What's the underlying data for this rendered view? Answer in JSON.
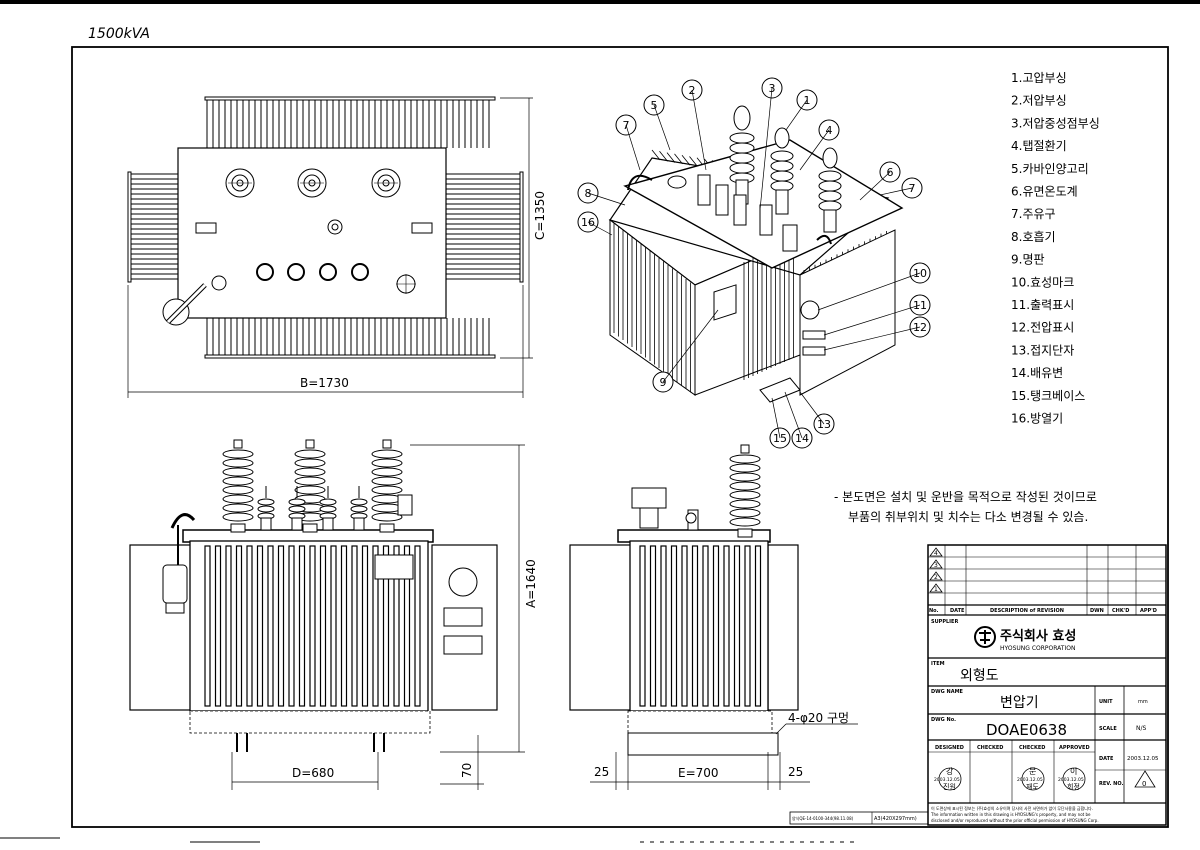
{
  "corner_note": "1500kVA",
  "parts": [
    "1.고압부싱",
    "2.저압부싱",
    "3.저압중성점부싱",
    "4.탭절환기",
    "5.카바인양고리",
    "6.유면온도계",
    "7.주유구",
    "8.호흡기",
    "9.명판",
    "10.효성마크",
    "11.출력표시",
    "12.전압표시",
    "13.접지단자",
    "14.배유변",
    "15.탱크베이스",
    "16.방열기"
  ],
  "balloons": [
    "1",
    "2",
    "3",
    "4",
    "5",
    "6",
    "7",
    "7",
    "8",
    "9",
    "10",
    "11",
    "12",
    "13",
    "14",
    "15",
    "16"
  ],
  "notes": [
    "- 본도면은 설치 및 운반을 목적으로 작성된 것이므로",
    "부품의 취부위치 및 치수는 다소 변경될 수 있슴."
  ],
  "dimensions": {
    "width": "B=1730",
    "depth": "C=1350",
    "height": "A=1640",
    "wheel_d": "D=680",
    "wheel_e": "E=700",
    "base": "70",
    "left_25": "25",
    "right_25": "25",
    "holes": "4-φ20 구멍"
  },
  "title_block": {
    "revision_headers": [
      "No.",
      "DATE",
      "DESCRIPTION of REVISION",
      "DWN",
      "CHK'D",
      "APP'D"
    ],
    "revision_marks": [
      "4",
      "3",
      "2",
      "1"
    ],
    "supplier_label": "SUPPLIER",
    "company_ko": "주식회사 효성",
    "company_en": "HYOSUNG CORPORATION",
    "item_label": "ITEM",
    "item": "외형도",
    "dwg_name_label": "DWG NAME",
    "dwg_name": "변압기",
    "unit_label": "UNIT",
    "unit": "mm",
    "dwg_no_label": "DWG No.",
    "dwg_no": "DOAE0638",
    "scale_label": "SCALE",
    "scale": "N/S",
    "designed_label": "DESIGNED",
    "checked_label": "CHECKED",
    "checked2_label": "CHECKED",
    "approved_label": "APPROVED",
    "stamps": [
      {
        "name": "강",
        "date": "2003.12.05",
        "sub": "진원"
      },
      {
        "name": "문",
        "date": "2003.12.05",
        "sub": "재도"
      },
      {
        "name": "이",
        "date": "2003.12.05",
        "sub": "희정"
      }
    ],
    "date_label": "DATE",
    "date": "2003.12.05",
    "rev_label": "REV. NO.",
    "rev": "0",
    "copyright_1": "이 도면상에 표시된 정보는 (주)효성의 소유이며 당사의 사전 서면허가 없이 무단사용을 금합니다.",
    "copyright_2": "The information written in this drawing is HYOSUNG's property, and may not be",
    "copyright_3": "disclosed and/or reproduced without the prior official permission of HYOSUNG Corp.",
    "form_no": "양식QE-14-0100-344(98.11.08)",
    "paper": "A3(420X297mm)"
  }
}
